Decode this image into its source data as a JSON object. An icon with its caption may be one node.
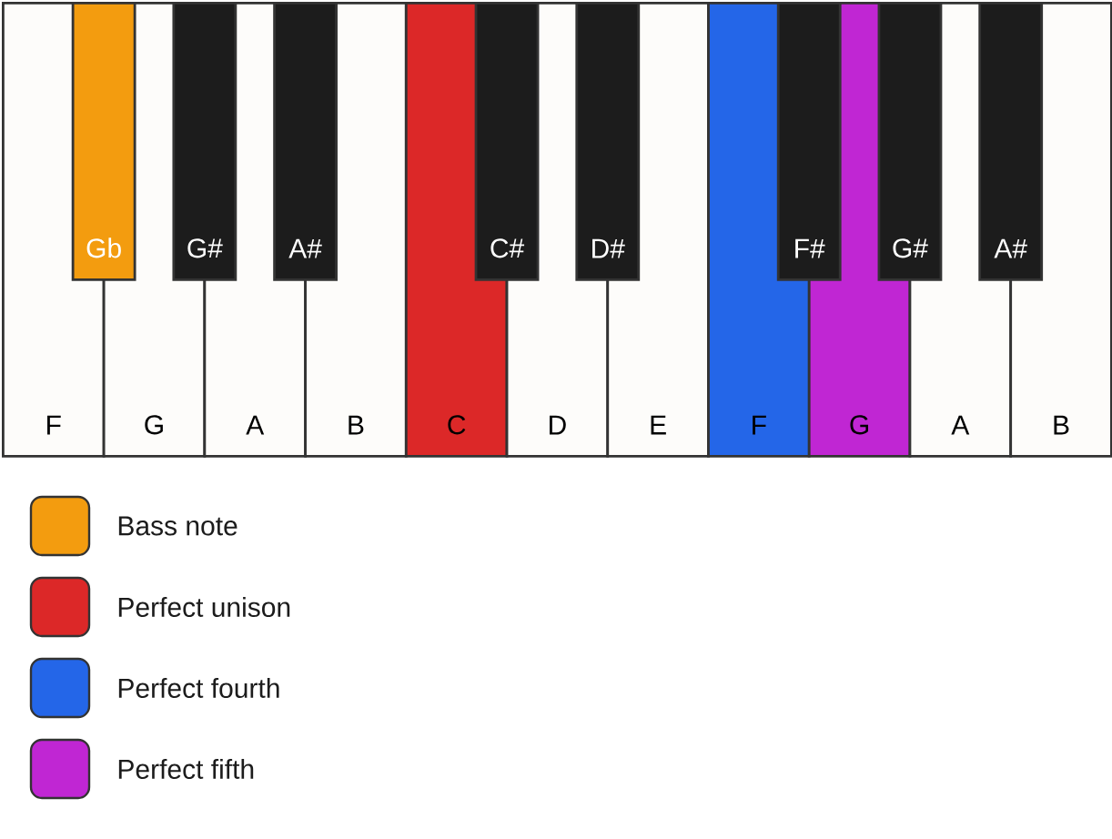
{
  "diagram": {
    "nodes": [
      {
        "text": [
          "Gb"
        ]
      },
      {
        "text": [
          "G#"
        ]
      },
      {
        "text": [
          "A#"
        ]
      },
      {
        "text": [
          "C#"
        ]
      },
      {
        "text": [
          "D#"
        ]
      },
      {
        "text": [
          "F#"
        ]
      },
      {
        "text": [
          "G#"
        ]
      },
      {
        "text": [
          "A#"
        ]
      },
      {
        "text": [
          "F"
        ]
      },
      {
        "text": [
          "G"
        ]
      },
      {
        "text": [
          "A"
        ]
      },
      {
        "text": [
          "B"
        ]
      },
      {
        "text": [
          "C"
        ]
      },
      {
        "text": [
          "D"
        ]
      },
      {
        "text": [
          "E"
        ]
      },
      {
        "text": [
          "F"
        ]
      },
      {
        "text": [
          "G"
        ]
      },
      {
        "text": [
          "A"
        ]
      },
      {
        "text": [
          "B"
        ]
      }
    ],
    "legend": [
      {
        "text": "Bass note",
        "color": "#f39c0f"
      },
      {
        "text": "Perfect unison",
        "color": "#dc2828"
      },
      {
        "text": "Perfect fourth",
        "color": "#2466e8"
      },
      {
        "text": "Perfect fifth",
        "color": "#c026d3"
      }
    ]
  }
}
